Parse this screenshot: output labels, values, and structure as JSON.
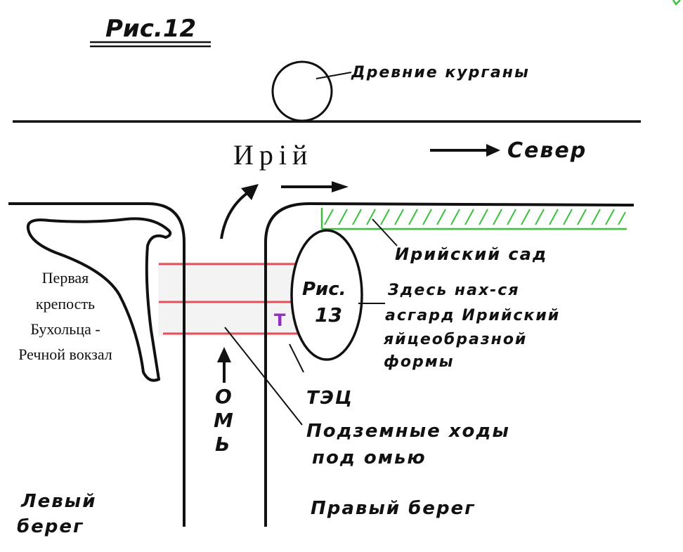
{
  "figure_label": "Рис.12",
  "ancient_mounds": "Древние курганы",
  "iriy": "Ирій",
  "north": "Север",
  "iriy_garden": "Ирийский сад",
  "fig13_line1": "Рис.",
  "fig13_line2": "13",
  "asgard_lines": [
    "Здесь нах-ся",
    "асгард Ирийский",
    "яйцеобразной",
    "формы"
  ],
  "first_fortress_lines": [
    "Первая",
    "крепость",
    "Бухольца -",
    "Речной вокзал"
  ],
  "tets_marker": "Т",
  "tets": "ТЭЦ",
  "river_letters": [
    "О",
    "М",
    "Ь"
  ],
  "tunnels_lines": [
    "Подземные ходы",
    "под омью"
  ],
  "left_bank_lines": [
    "Левый",
    "берег"
  ],
  "right_bank": "Правый берег",
  "colors": {
    "ink": "#111111",
    "tunnel_red": "#e0505a",
    "tunnel_fill": "#f3f3f3",
    "garden_green": "#3cc03c",
    "marker_purple": "#9030c0"
  }
}
